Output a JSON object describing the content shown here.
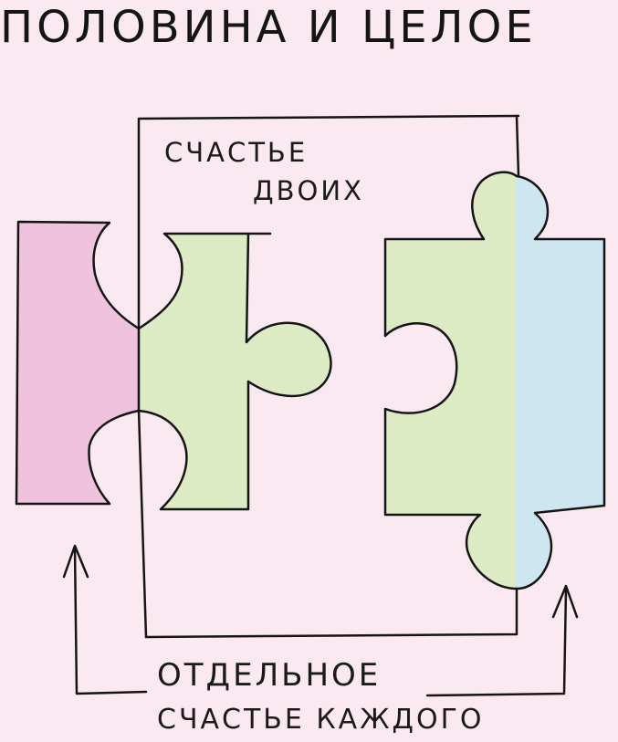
{
  "title": "ПОЛОВИНА И ЦЕЛОЕ",
  "labels": {
    "together_line1": "СЧАСТЬЕ",
    "together_line2": "ДВОИХ",
    "each_line1": "ОТДЕЛЬНОЕ",
    "each_line2": "СЧАСТЬЕ КАЖДОГО"
  },
  "colors": {
    "background": "#fbe9f2",
    "pink_piece": "#efc3dd",
    "green_piece": "#dcebc3",
    "blue_piece": "#cde6f0",
    "ink": "#151515"
  }
}
